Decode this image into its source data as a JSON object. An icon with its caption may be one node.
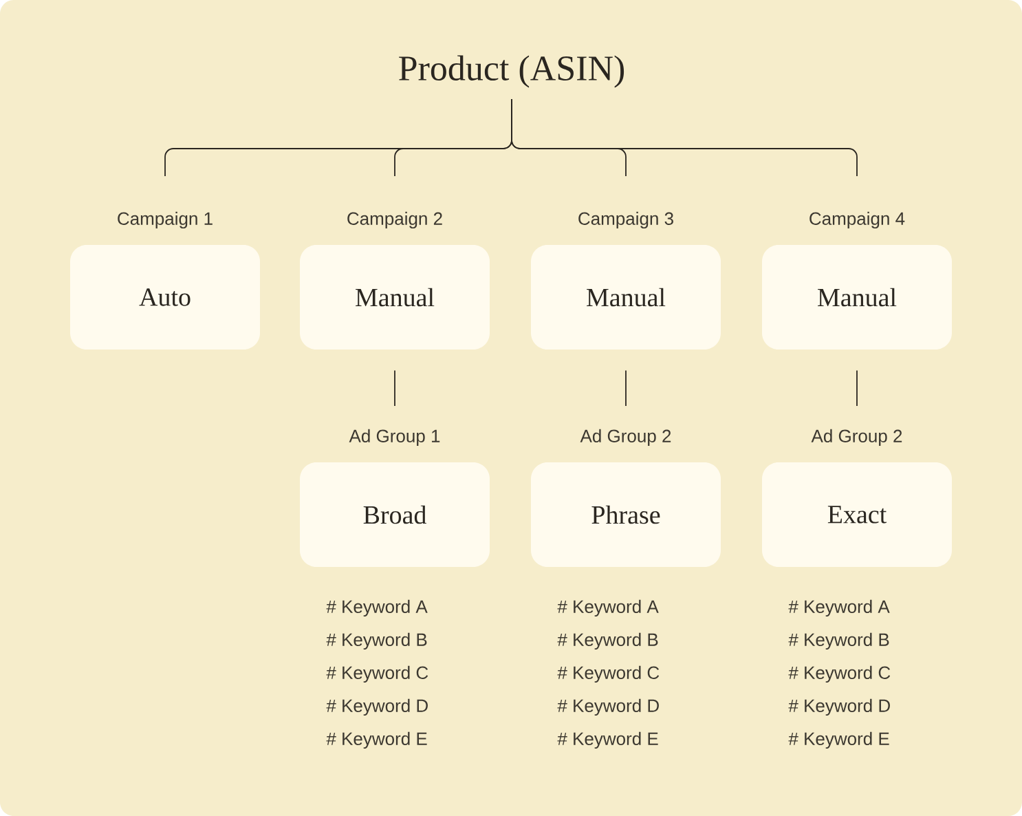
{
  "diagram": {
    "nodes": [
      {
        "text": [
          "Product (ASIN)"
        ]
      },
      {
        "text": [
          "Campaign 1",
          "Auto"
        ]
      },
      {
        "text": [
          "Campaign 2",
          "Manual"
        ]
      },
      {
        "text": [
          "Campaign 3",
          "Manual"
        ]
      },
      {
        "text": [
          "Campaign 4",
          "Manual"
        ]
      },
      {
        "text": [
          "Ad Group 1",
          "Broad"
        ],
        "beside": [
          "# Keyword A",
          "# Keyword B",
          "# Keyword C",
          "# Keyword D",
          "# Keyword E"
        ]
      },
      {
        "text": [
          "Ad Group 2",
          "Phrase"
        ],
        "beside": [
          "# Keyword A",
          "# Keyword B",
          "# Keyword C",
          "# Keyword D",
          "# Keyword E"
        ]
      },
      {
        "text": [
          "Ad Group 2",
          "Exact"
        ],
        "beside": [
          "# Keyword A",
          "# Keyword B",
          "# Keyword C",
          "# Keyword D",
          "# Keyword E"
        ]
      }
    ],
    "edges": [
      {
        "from": 0,
        "to": 1,
        "arrow": "none"
      },
      {
        "from": 0,
        "to": 2,
        "arrow": "none"
      },
      {
        "from": 0,
        "to": 3,
        "arrow": "none"
      },
      {
        "from": 0,
        "to": 4,
        "arrow": "none"
      },
      {
        "from": 2,
        "to": 5,
        "arrow": "none"
      },
      {
        "from": 3,
        "to": 6,
        "arrow": "none"
      },
      {
        "from": 4,
        "to": 7,
        "arrow": "none"
      }
    ]
  }
}
